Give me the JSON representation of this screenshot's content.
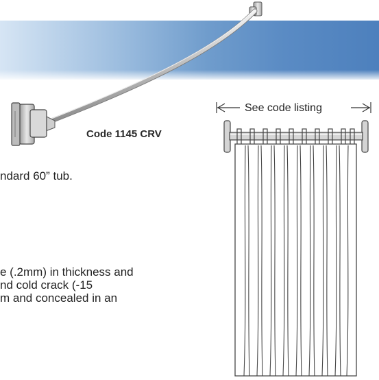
{
  "product": {
    "code_label": "Code 1145 CRV"
  },
  "text_fragments": {
    "tub_line": "ndard 60” tub.",
    "body_lines": [
      "e (.2mm) in thickness and",
      "nd cold crack (-15",
      "m and concealed in an"
    ]
  },
  "dimension": {
    "label": "See code listing"
  },
  "colors": {
    "band_light": "#d6e5f4",
    "band_dark": "#4d80bd",
    "rod": "#c9c9c9",
    "outline": "#444444"
  },
  "icons": {
    "left_arrow": "arrow-left-icon",
    "right_arrow": "arrow-right-icon"
  }
}
